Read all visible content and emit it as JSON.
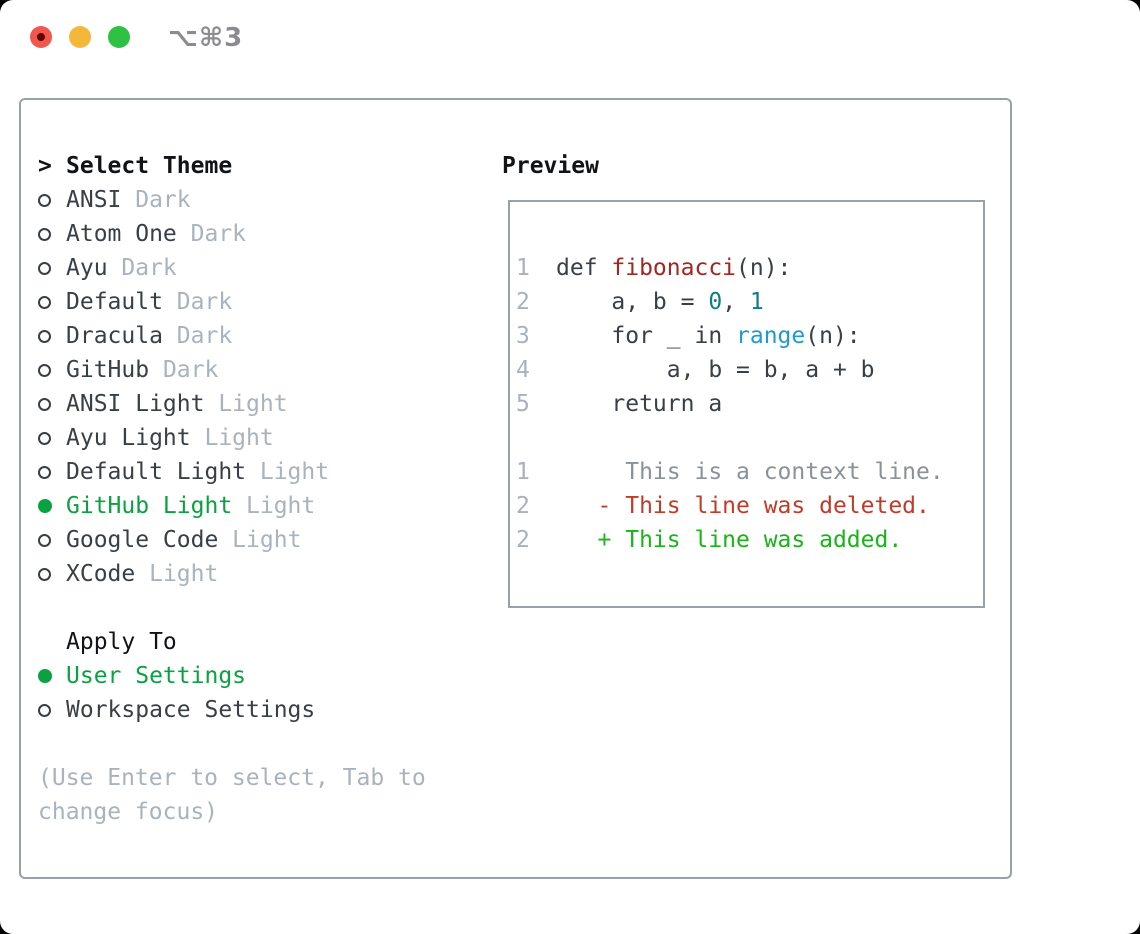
{
  "window": {
    "title_shortcut": "⌥⌘3",
    "traffic_lights": [
      "close-button",
      "minimize-button",
      "zoom-button"
    ]
  },
  "theme_picker": {
    "cursor": ">",
    "title": "Select Theme",
    "themes": [
      {
        "name": "ANSI",
        "tag": "Dark",
        "selected": false
      },
      {
        "name": "Atom One",
        "tag": "Dark",
        "selected": false
      },
      {
        "name": "Ayu",
        "tag": "Dark",
        "selected": false
      },
      {
        "name": "Default",
        "tag": "Dark",
        "selected": false
      },
      {
        "name": "Dracula",
        "tag": "Dark",
        "selected": false
      },
      {
        "name": "GitHub",
        "tag": "Dark",
        "selected": false
      },
      {
        "name": "ANSI Light",
        "tag": "Light",
        "selected": false
      },
      {
        "name": "Ayu Light",
        "tag": "Light",
        "selected": false
      },
      {
        "name": "Default Light",
        "tag": "Light",
        "selected": false
      },
      {
        "name": "GitHub Light",
        "tag": "Light",
        "selected": true
      },
      {
        "name": "Google Code",
        "tag": "Light",
        "selected": false
      },
      {
        "name": "XCode",
        "tag": "Light",
        "selected": false
      }
    ],
    "apply_to": {
      "title": "Apply To",
      "options": [
        {
          "label": "User Settings",
          "selected": true
        },
        {
          "label": "Workspace Settings",
          "selected": false
        }
      ]
    },
    "hint_lines": [
      "(Use Enter to select, Tab to",
      "change focus)"
    ]
  },
  "preview": {
    "title": "Preview",
    "lines": [
      {
        "num": "1",
        "segments": [
          {
            "text": "def "
          },
          {
            "text": "fibonacci",
            "color": "func"
          },
          {
            "text": "(n):"
          }
        ]
      },
      {
        "num": "2",
        "segments": [
          {
            "text": "    a, b = "
          },
          {
            "text": "0",
            "color": "num"
          },
          {
            "text": ", "
          },
          {
            "text": "1",
            "color": "num"
          }
        ]
      },
      {
        "num": "3",
        "segments": [
          {
            "text": "    for _ in "
          },
          {
            "text": "range",
            "color": "builtin"
          },
          {
            "text": "(n):"
          }
        ]
      },
      {
        "num": "4",
        "segments": [
          {
            "text": "        a, b = b, a + b"
          }
        ]
      },
      {
        "num": "5",
        "segments": [
          {
            "text": "    return a"
          }
        ]
      },
      {
        "num": "",
        "segments": []
      },
      {
        "num": "1",
        "segments": [
          {
            "text": "     This is a context line.",
            "color": "ctx"
          }
        ]
      },
      {
        "num": "2",
        "segments": [
          {
            "text": "   - This line was deleted.",
            "color": "del"
          }
        ]
      },
      {
        "num": "2",
        "segments": [
          {
            "text": "   + This line was added.",
            "color": "add"
          }
        ]
      }
    ]
  },
  "colors": {
    "ink": "#111417",
    "dark": "#383f46",
    "tag": "#a9b3bd",
    "hint": "#a9b3bd",
    "green": "#0aa240",
    "border": "#98a1ac",
    "gutter": "#a8b1bd",
    "func": "#a42622",
    "num": "#0e7e86",
    "builtin": "#1d9bd1",
    "ctx": "#8a9299",
    "del": "#c23b28",
    "add": "#17b517",
    "titlebar_text": "#8c8c90",
    "light_red": "#f2564d",
    "light_red_dot": "#5e0604",
    "light_yellow": "#f5b73a",
    "light_green": "#2fc144"
  }
}
